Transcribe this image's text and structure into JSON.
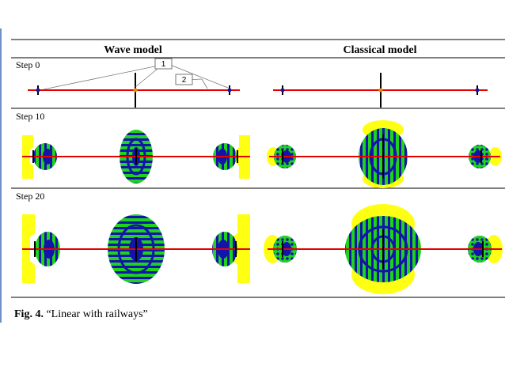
{
  "figure": {
    "col_titles": [
      "Wave model",
      "Classical model"
    ],
    "steps": [
      "Step 0",
      "Step 10",
      "Step 20"
    ],
    "callouts": [
      "1",
      "2"
    ],
    "caption_label": "Fig. 4.",
    "caption_text": " “Linear with railways”"
  },
  "colors": {
    "rail": "#e60000",
    "green": "#1ed21e",
    "blue": "#1414aa",
    "yellow": "#ffff14",
    "station": "#000000",
    "accent_bar": "#6f8fc6"
  }
}
